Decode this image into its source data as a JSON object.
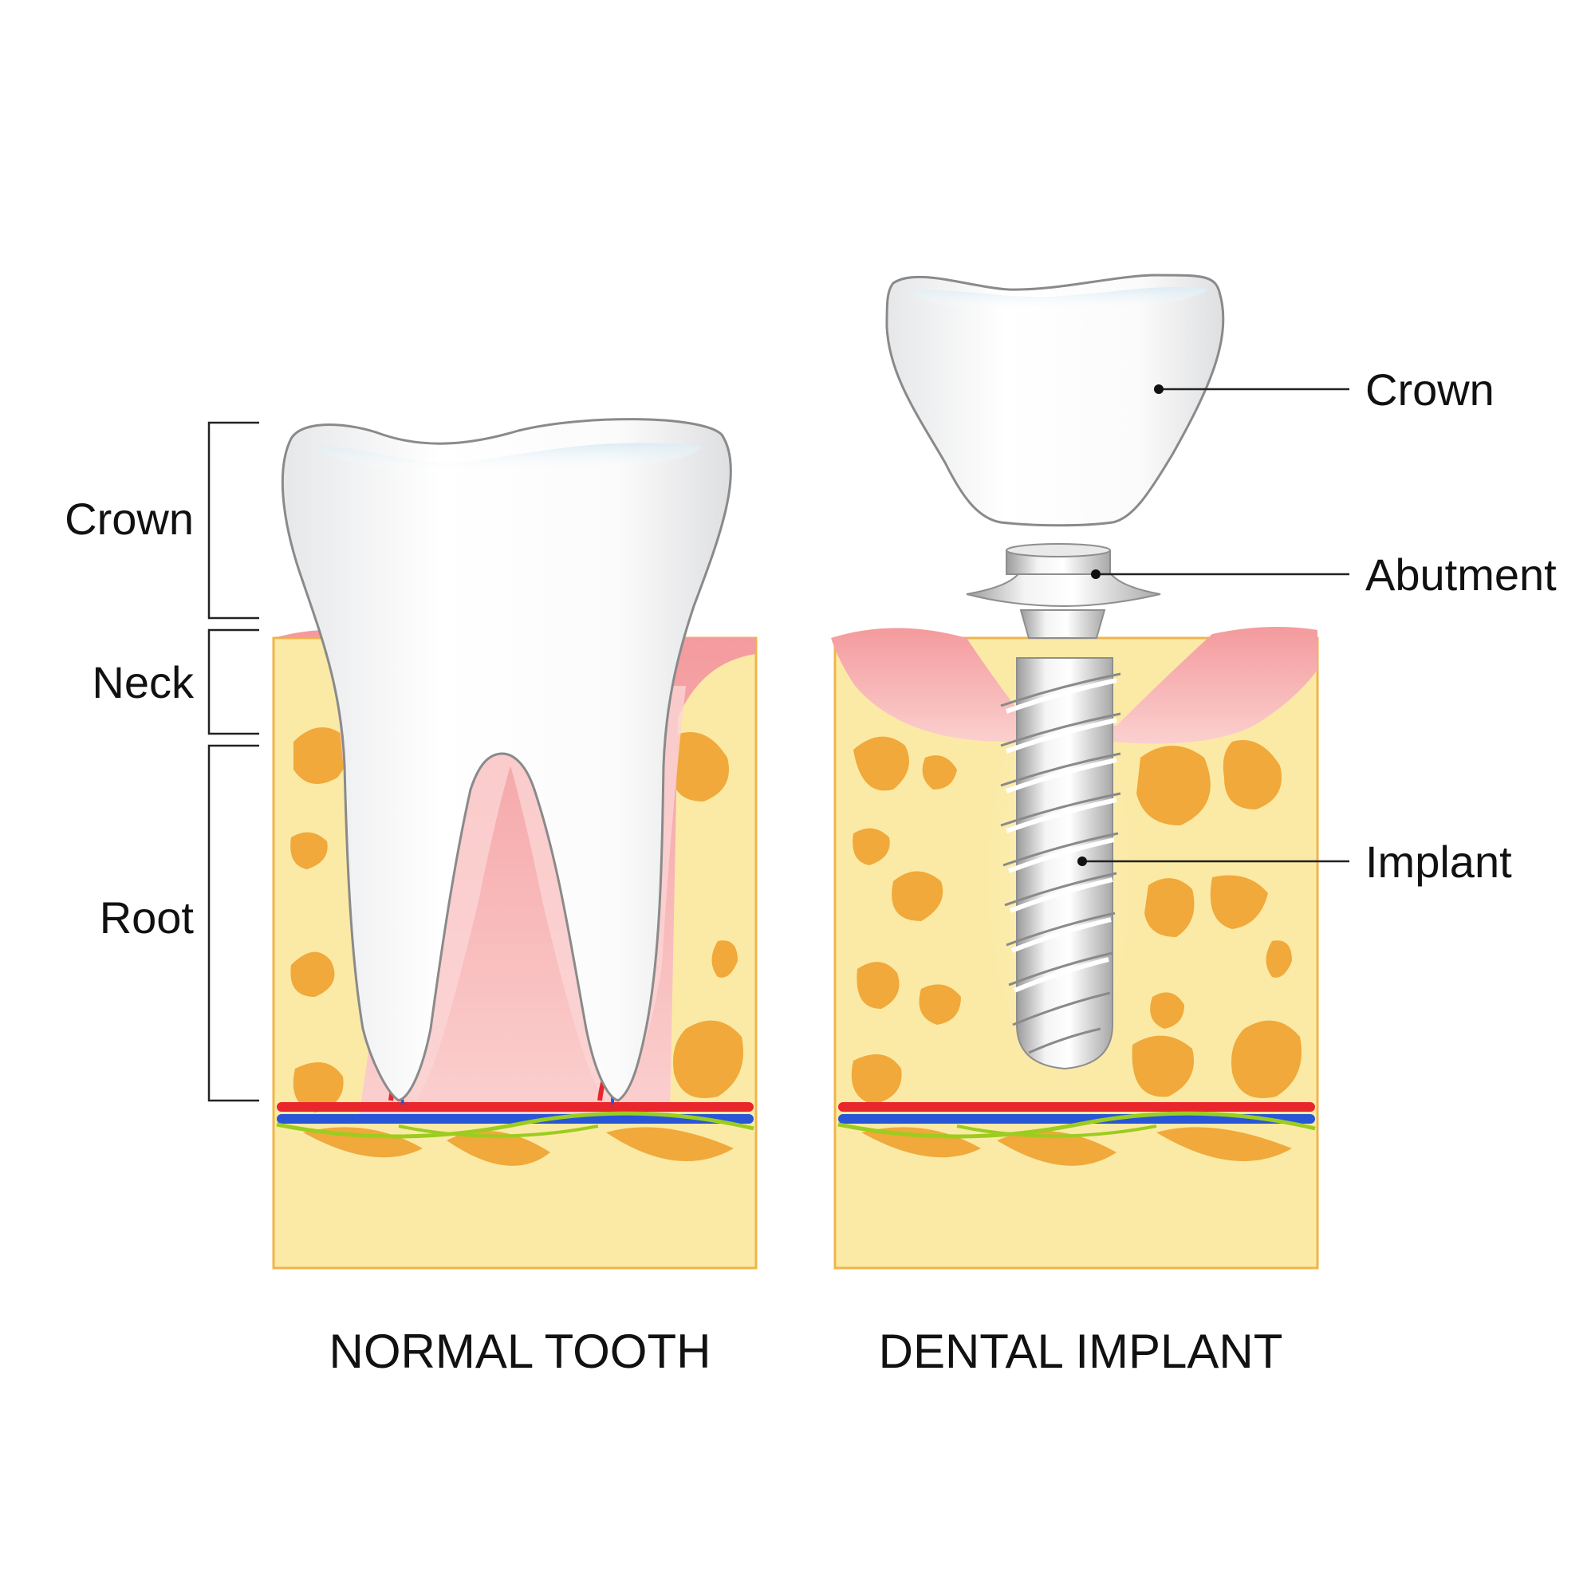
{
  "normal_tooth": {
    "caption": "NORMAL TOOTH",
    "labels": {
      "crown": "Crown",
      "neck": "Neck",
      "root": "Root"
    }
  },
  "dental_implant": {
    "caption": "DENTAL IMPLANT",
    "labels": {
      "crown": "Crown",
      "abutment": "Abutment",
      "implant": "Implant"
    }
  },
  "colors": {
    "bone": "#fbeaa6",
    "bone_border": "#f0b54a",
    "bone_cavity": "#f0a93a",
    "gum": "#f7aeb0",
    "tooth": "#ffffff",
    "tooth_outline": "#8a8a8a",
    "artery": "#e8262b",
    "vein": "#2856d6",
    "nerve": "#9ccc1f",
    "metal": "#c9c9c9"
  }
}
